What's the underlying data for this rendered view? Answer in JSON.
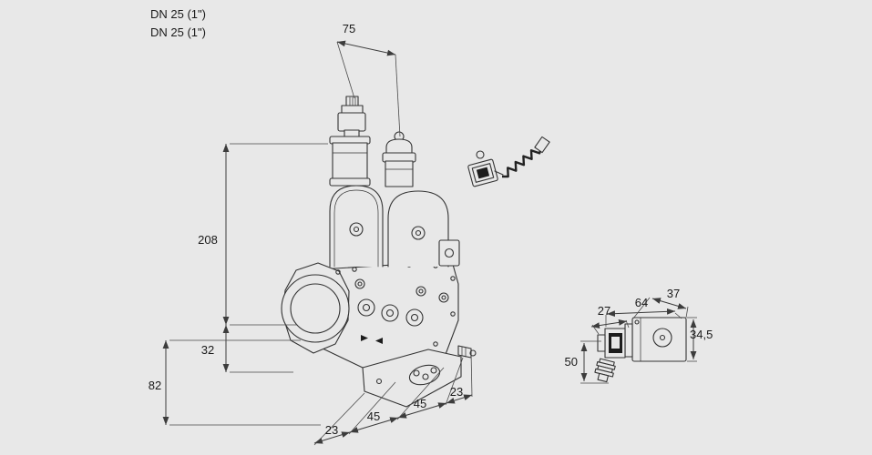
{
  "page": {
    "background": "#e8e8e8",
    "line_color": "#333333",
    "text_color": "#1a1a1a"
  },
  "port_labels": {
    "line1": "DN 25 (1\")",
    "line2": "DN 25 (1\")"
  },
  "dimensions": {
    "actuator_spacing": "75",
    "height_upper": "208",
    "height_flange": "32",
    "height_lower": "82",
    "bottom_left": "23",
    "bottom_mid1": "45",
    "bottom_mid2": "45",
    "bottom_right": "23"
  },
  "detail_dimensions": {
    "width_right": "37",
    "width_left": "27",
    "width_total": "64",
    "height_right": "34,5",
    "height_left": "50"
  },
  "icons": {
    "flow_direction": "arrow-right / arrow-left triangles"
  }
}
